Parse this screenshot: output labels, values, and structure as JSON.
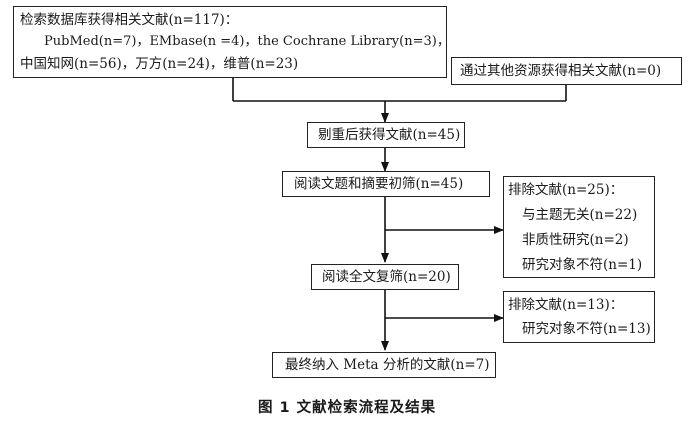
{
  "boxes": {
    "search": {
      "lines": [
        "检索数据库获得相关文献(n=117)：",
        "PubMed(n=7)，EMbase(n =4)，the Cochrane Library(n=3)，",
        "中国知网(n=56)，万方(n=24)，维普(n=23)"
      ]
    },
    "other": {
      "text": "通过其他资源获得相关文献(n=0)"
    },
    "dedup": {
      "text": "剔重后获得文献(n=45)"
    },
    "screen": {
      "text": "阅读文题和摘要初筛(n=45)"
    },
    "exclude1": {
      "lines": [
        "排除文献(n=25)：",
        "与主题无关(n=22)",
        "非质性研究(n=2)",
        "研究对象不符(n=1)"
      ]
    },
    "fulltext": {
      "text": "阅读全文复筛(n=20)"
    },
    "exclude2": {
      "lines": [
        "排除文献(n=13)：",
        "研究对象不符(n=13)"
      ]
    },
    "final": {
      "text": "最终纳入 Meta 分析的文献(n=7)"
    }
  },
  "caption": "图 1   文献检索流程及结果"
}
